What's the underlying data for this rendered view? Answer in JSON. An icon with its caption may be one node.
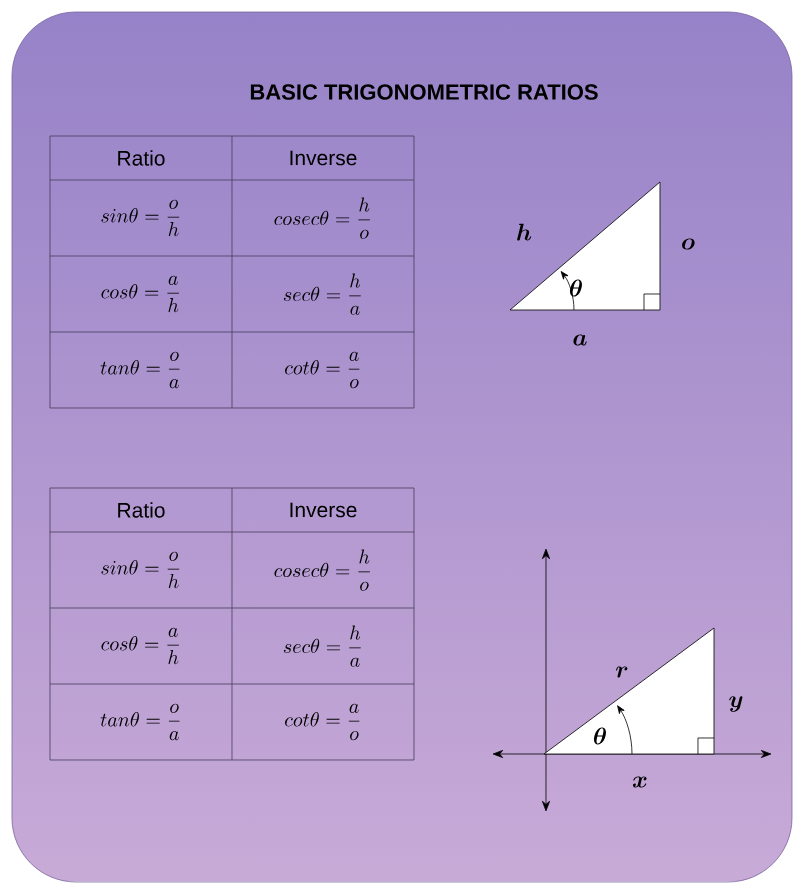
{
  "diagram": {
    "title": "BASIC TRIGONOMETRIC RATIOS",
    "labels": [
      "Ratio",
      "Inverse",
      "sin\\theta=\\frac{o}{h}",
      "cosec\\theta=\\frac{h}{o}",
      "cos\\theta=\\frac{a}{h}",
      "sec\\theta=\\frac{h}{a}",
      "tan\\theta=\\frac{o}{a}",
      "cot\\theta=\\frac{a}{o}",
      "h",
      "o",
      "\\theta",
      "a",
      "Ratio",
      "Inverse",
      "sin\\theta=\\frac{o}{h}",
      "cosec\\theta=\\frac{h}{o}",
      "cos\\theta=\\frac{a}{h}",
      "sec\\theta=\\frac{h}{a}",
      "tan\\theta=\\frac{o}{a}",
      "cot\\theta=\\frac{a}{o}",
      "r",
      "y",
      "\\theta",
      "x"
    ]
  }
}
